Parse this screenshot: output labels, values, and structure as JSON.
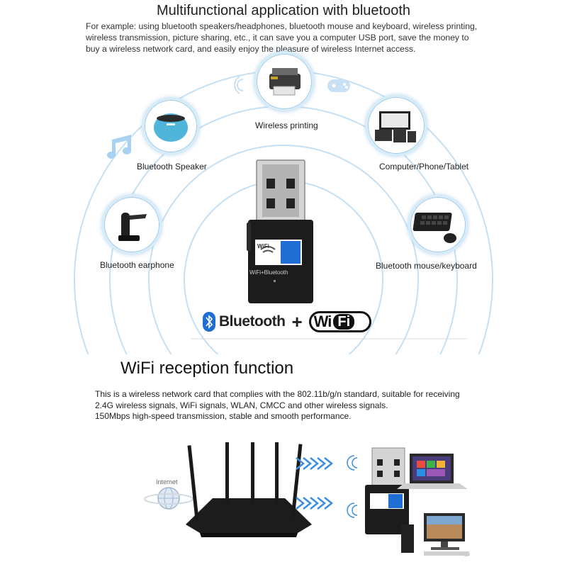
{
  "section1": {
    "title": "Multifunctional application with bluetooth",
    "lines": [
      "For example: using bluetooth speakers/headphones, bluetooth mouse and keyboard, wireless printing,",
      "wireless transmission, picture sharing, etc., it can save you a computer USB port, save the money to",
      "buy a wireless network card, and easily enjoy the pleasure of wireless Internet access."
    ],
    "devices": {
      "printing": "Wireless printing",
      "speaker": "Bluetooth Speaker",
      "computer": "Computer/Phone/Tablet",
      "earphone": "Bluetooth earphone",
      "mouse": "Bluetooth mouse/keyboard"
    },
    "dongle_badge": "WiFi",
    "dongle_text": "WiFi+Bluetooth",
    "logo_bluetooth": "Bluetooth",
    "logo_plus": "+",
    "logo_wifi_a": "Wi",
    "logo_wifi_b": "Fi"
  },
  "section2": {
    "title": "WiFi reception function",
    "lines": [
      "This is a wireless network card that complies with the 802.11b/g/n standard, suitable for receiving",
      "2.4G wireless signals, WiFi signals, WLAN, CMCC and other wireless signals.",
      "150Mbps high-speed transmission, stable and smooth performance."
    ],
    "internet_label": "Internet"
  },
  "colors": {
    "arc": "#bcdcf3",
    "circle_border": "#d8ecf8",
    "signal": "#3b8ee0",
    "dongle": "#1b1b1b",
    "badge_blue": "#1f6ed4"
  }
}
